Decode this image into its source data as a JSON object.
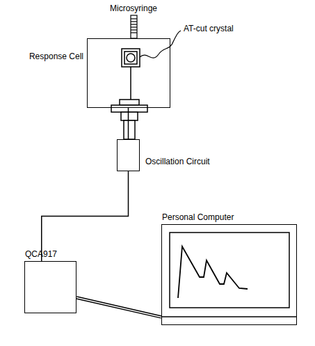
{
  "diagram": {
    "nodes": [
      {
        "text": [
          "Response Cell"
        ]
      },
      {
        "text": [
          "Oscillation Circuit"
        ]
      },
      {
        "text": [
          "QCA917"
        ]
      },
      {
        "text": [
          "Personal Computer"
        ]
      }
    ],
    "edges": [
      {
        "from": 0,
        "to": 1,
        "arrow": "none"
      },
      {
        "from": 1,
        "to": 2,
        "arrow": "none"
      },
      {
        "from": 2,
        "to": 3,
        "arrow": "none"
      }
    ],
    "labels": [
      "Microsyringe",
      "AT-cut crystal"
    ]
  }
}
